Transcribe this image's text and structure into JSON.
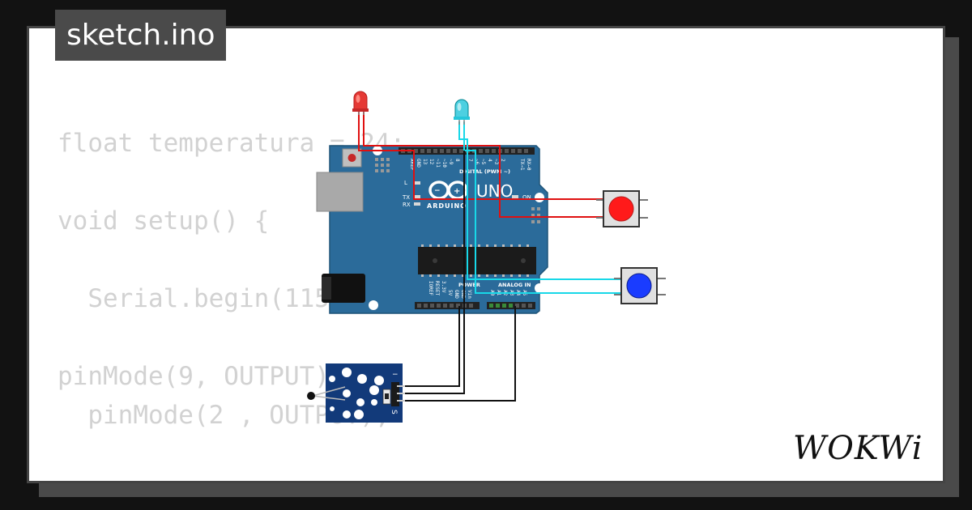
{
  "file_tab": {
    "name": "sketch.ino"
  },
  "code_lines": [
    "float temperatura = 24;",
    "",
    "void setup() {",
    "",
    "  Serial.begin(115200);",
    "",
    "pinMode(9, OUTPUT);",
    "  pinMode(2 , OUTPUT);"
  ],
  "arduino": {
    "board_name": "UNO",
    "brand": "ARDUINO",
    "aref": "AREF",
    "gnd": "GND",
    "digital_pins": [
      "13",
      "12",
      "~11",
      "~10",
      "~9",
      "8",
      "7",
      "~6",
      "~5",
      "4",
      "~3",
      "2",
      "TX→1",
      "RX←0"
    ],
    "digital_label": "DIGITAL (PWM ~)",
    "led_l": "L",
    "tx": "TX",
    "rx": "RX",
    "on": "ON",
    "power_label": "POWER",
    "analog_label": "ANALOG IN",
    "power_pins": [
      "IOREF",
      "RESET",
      "3.3V",
      "5V",
      "GND",
      "GND",
      "Vin"
    ],
    "analog_pins": [
      "A0",
      "A1",
      "A2",
      "A3",
      "A4",
      "A5"
    ]
  },
  "sensor": {
    "minus": "−",
    "signal": "S"
  },
  "components": {
    "led_red_color": "#e53935",
    "led_cyan_color": "#4dd0e1",
    "button_red_color": "#ff1a1a",
    "button_blue_color": "#1a3cff"
  },
  "wires": {
    "red": "#e01010",
    "cyan": "#18d8e8",
    "black": "#111111"
  },
  "brand_logo": "WOKWi"
}
